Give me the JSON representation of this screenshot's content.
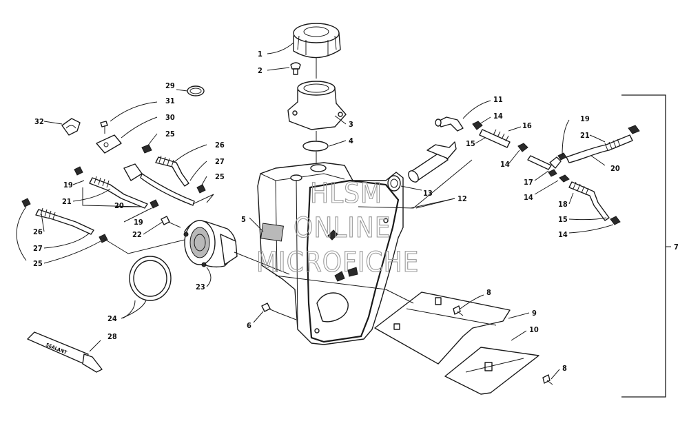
{
  "watermark": {
    "line1": "HLSM",
    "line2": "ONLINE",
    "line3": "MICROFICHE"
  },
  "sealant_tube_text": "SEALANT",
  "callouts": {
    "c1": "1",
    "c2": "2",
    "c3": "3",
    "c4": "4",
    "c5": "5",
    "c6": "6",
    "c7": "7",
    "c8a": "8",
    "c8b": "8",
    "c9": "9",
    "c10": "10",
    "c11": "11",
    "c12": "12",
    "c13": "13",
    "c14a": "14",
    "c14b": "14",
    "c14c": "14",
    "c14d": "14",
    "c15a": "15",
    "c15b": "15",
    "c16": "16",
    "c17": "17",
    "c18": "18",
    "c19a": "19",
    "c19b": "19",
    "c19c": "19",
    "c20a": "20",
    "c20b": "20",
    "c21a": "21",
    "c21b": "21",
    "c22": "22",
    "c23": "23",
    "c24": "24",
    "c25a": "25",
    "c25b": "25",
    "c25c": "25",
    "c26a": "26",
    "c26b": "26",
    "c27a": "27",
    "c27b": "27",
    "c28": "28",
    "c29": "29",
    "c30": "30",
    "c31": "31",
    "c32": "32"
  }
}
